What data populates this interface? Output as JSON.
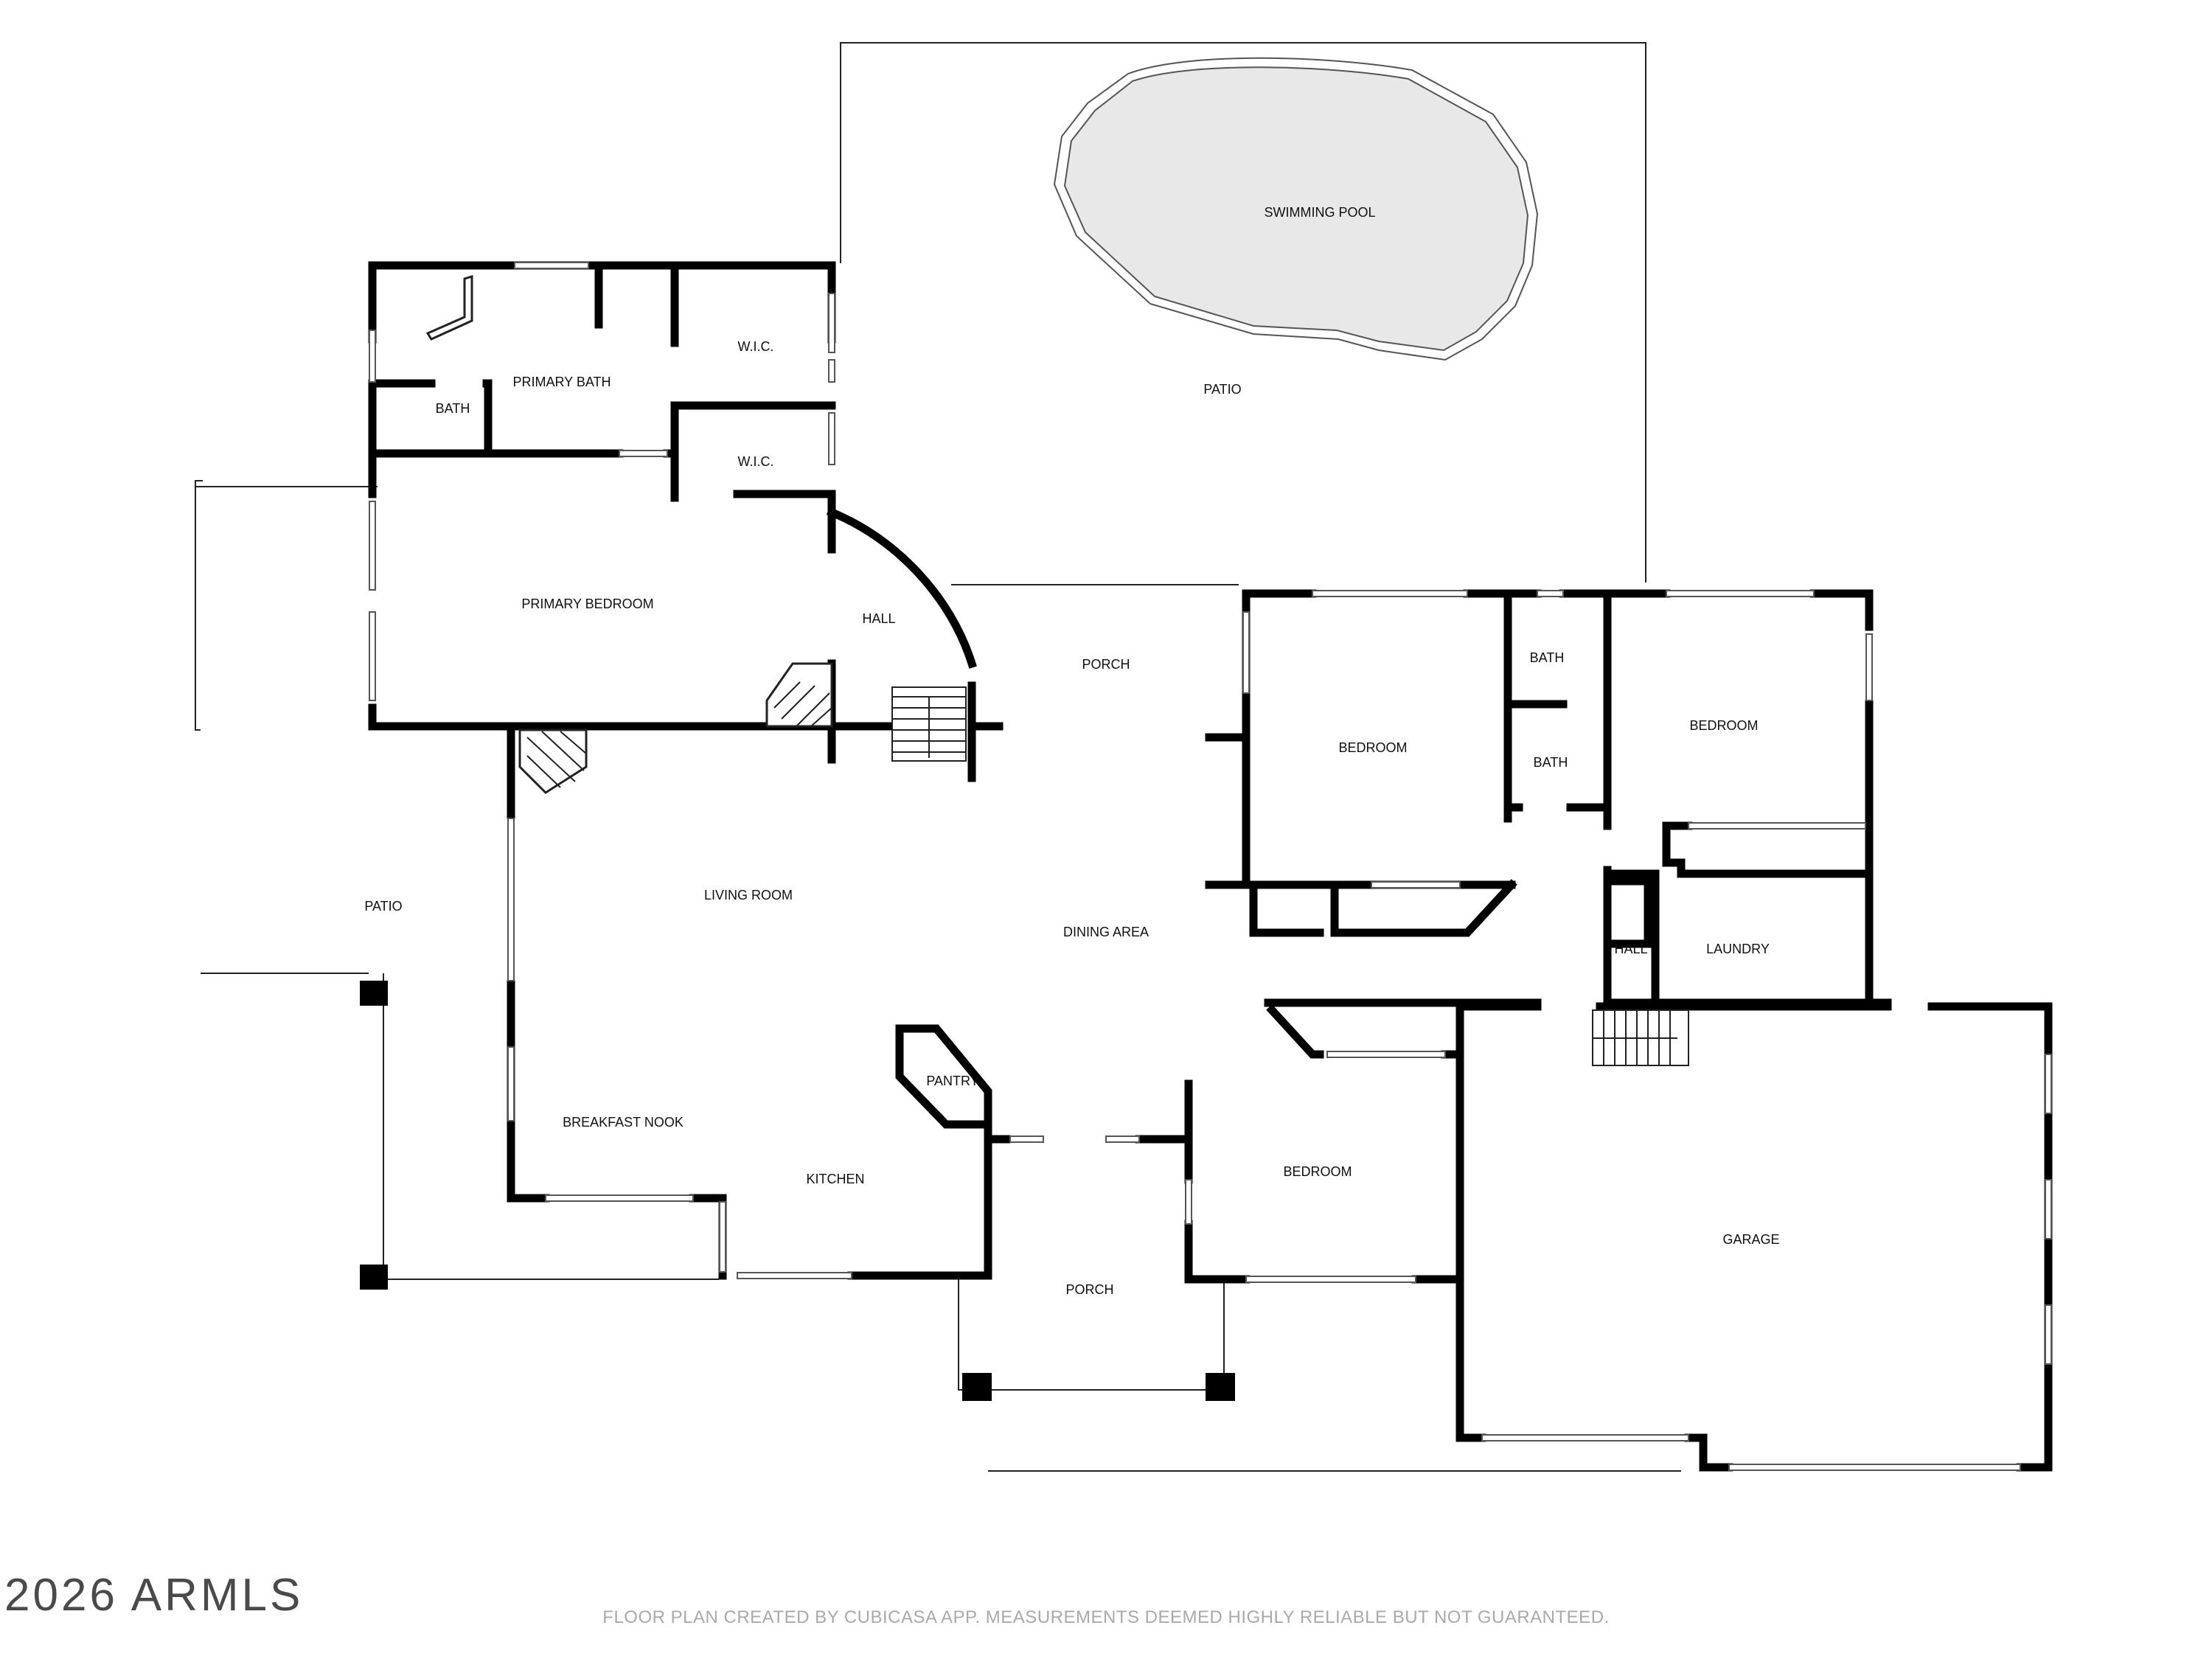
{
  "rooms": {
    "swimming_pool": "SWIMMING POOL",
    "patio_top": "PATIO",
    "primary_bath": "PRIMARY BATH",
    "wic_1": "W.I.C.",
    "wic_2": "W.I.C.",
    "bath_small": "BATH",
    "primary_bedroom": "PRIMARY BEDROOM",
    "hall_upper": "HALL",
    "porch_upper": "PORCH",
    "bedroom_1": "BEDROOM",
    "bath_1": "BATH",
    "bath_2": "BATH",
    "bedroom_2": "BEDROOM",
    "patio_left": "PATIO",
    "living_room": "LIVING ROOM",
    "dining_area": "DINING AREA",
    "hall_lower": "HALL",
    "laundry": "LAUNDRY",
    "pantry": "PANTRY",
    "breakfast_nook": "BREAKFAST NOOK",
    "kitchen": "KITCHEN",
    "bedroom_3": "BEDROOM",
    "porch_lower": "PORCH",
    "garage": "GARAGE"
  },
  "footer": "FLOOR PLAN CREATED BY CUBICASA APP. MEASUREMENTS DEEMED HIGHLY RELIABLE BUT NOT GUARANTEED.",
  "copyright": "2026 ARMLS",
  "colors": {
    "wall": "#000000",
    "pool_fill": "#e8e8e8",
    "footer_text": "#aaaaaa"
  }
}
